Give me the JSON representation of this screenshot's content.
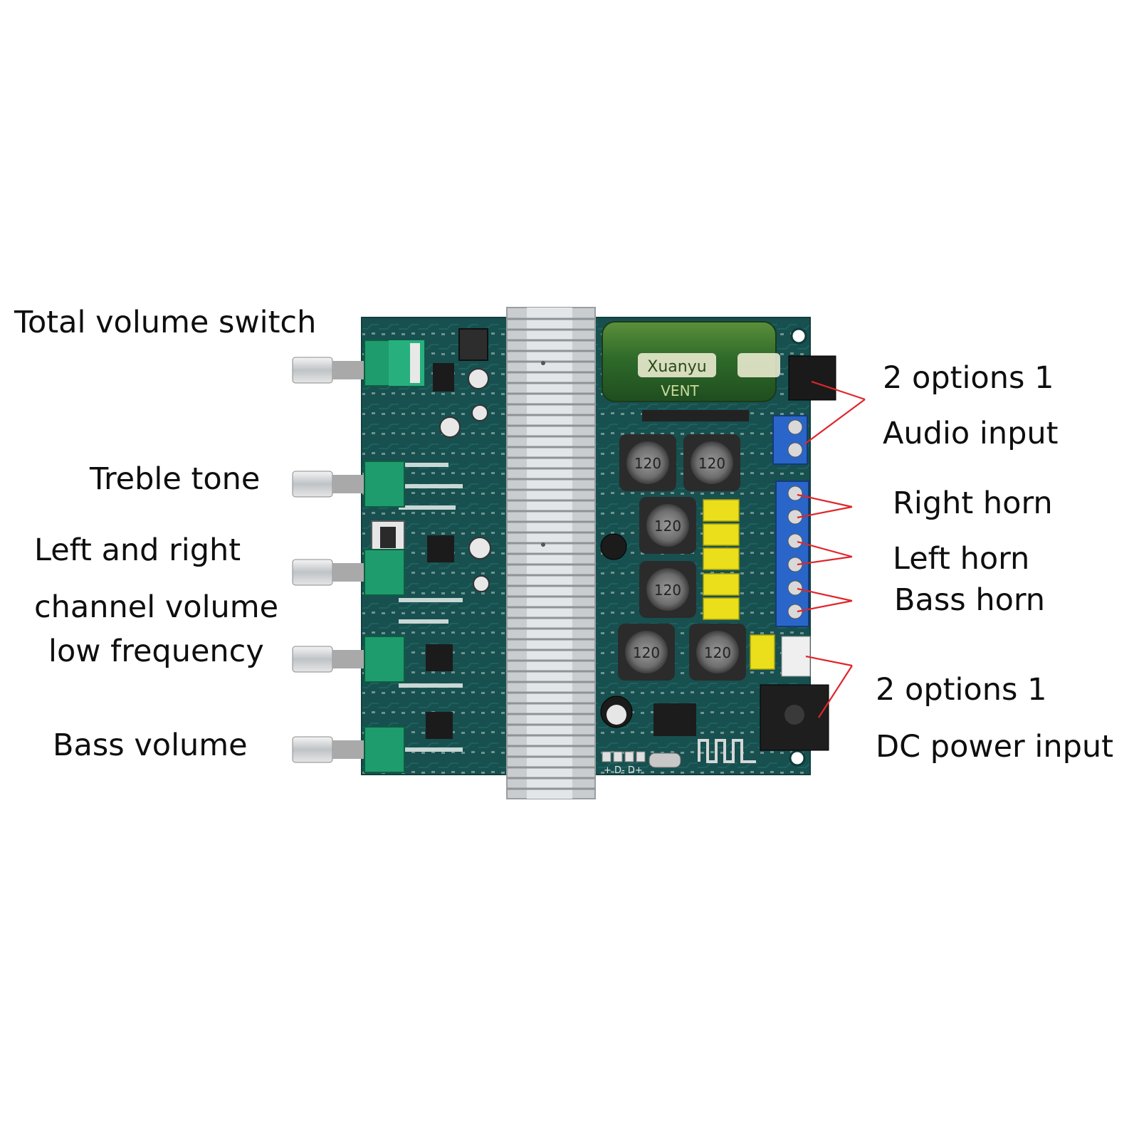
{
  "labels": {
    "total_volume_switch": "Total volume switch",
    "treble_tone": "Treble tone",
    "left_right_line1": "Left and right",
    "left_right_line2": "channel volume",
    "low_frequency": "low frequency",
    "bass_volume": "Bass volume",
    "audio_options": "2 options 1",
    "audio_input": "Audio input",
    "right_horn": "Right horn",
    "left_horn": "Left horn",
    "bass_horn": "Bass horn",
    "dc_options": "2 options 1",
    "dc_power_input": "DC power input"
  },
  "board_markings": {
    "capacitor_brand": "Xuanyu",
    "capacitor_series": "VENT",
    "inductor_code": "120",
    "bluetooth_pins": "+ D- D+"
  },
  "colors": {
    "pcb": "#17514f",
    "pcb_trace": "#226a66",
    "heatsink": "#d6dadd",
    "capacitor": "#2e6b2a",
    "terminal": "#2a66c9",
    "pot_green": "#1e9c6e",
    "yellow_cap": "#eadf1a",
    "leader_line": "#e0262b"
  }
}
